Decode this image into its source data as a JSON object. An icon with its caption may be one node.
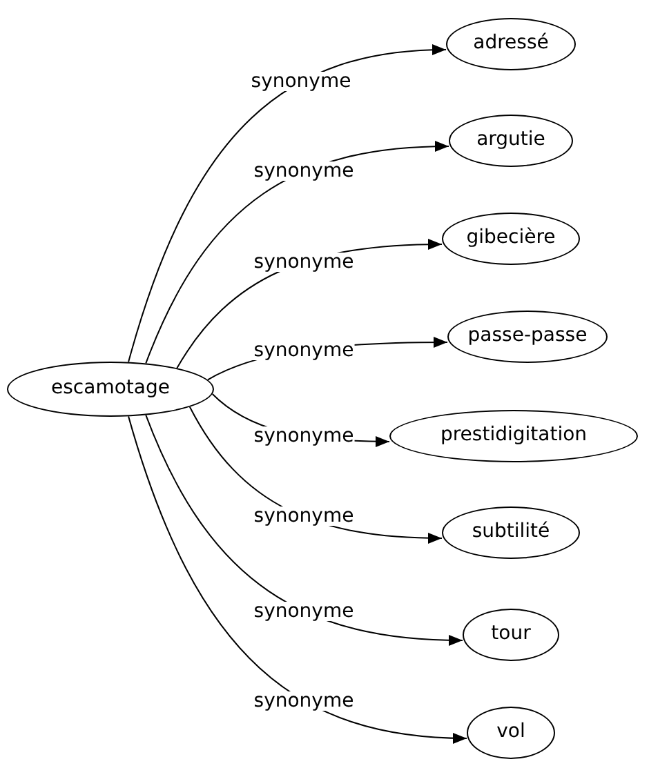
{
  "diagram": {
    "nodes": [
      {
        "text": [
          "escamotage"
        ]
      },
      {
        "text": [
          "adressé"
        ]
      },
      {
        "text": [
          "argutie"
        ]
      },
      {
        "text": [
          "gibecière"
        ]
      },
      {
        "text": [
          "passe-passe"
        ]
      },
      {
        "text": [
          "prestidigitation"
        ]
      },
      {
        "text": [
          "subtilité"
        ]
      },
      {
        "text": [
          "tour"
        ]
      },
      {
        "text": [
          "vol"
        ]
      }
    ],
    "edges": [
      {
        "from": 0,
        "to": 1,
        "arrow": "to",
        "label": "synonyme"
      },
      {
        "from": 0,
        "to": 2,
        "arrow": "to",
        "label": "synonyme"
      },
      {
        "from": 0,
        "to": 3,
        "arrow": "to",
        "label": "synonyme"
      },
      {
        "from": 0,
        "to": 4,
        "arrow": "to",
        "label": "synonyme"
      },
      {
        "from": 0,
        "to": 5,
        "arrow": "to",
        "label": "synonyme"
      },
      {
        "from": 0,
        "to": 6,
        "arrow": "to",
        "label": "synonyme"
      },
      {
        "from": 0,
        "to": 7,
        "arrow": "to",
        "label": "synonyme"
      },
      {
        "from": 0,
        "to": 8,
        "arrow": "to",
        "label": "synonyme"
      }
    ]
  }
}
